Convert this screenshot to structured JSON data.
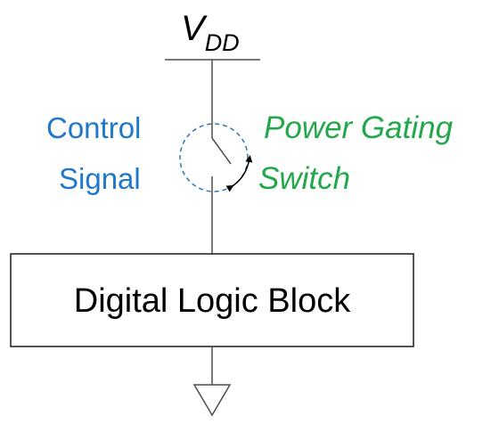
{
  "supply": {
    "symbol": "V",
    "subscript": "DD"
  },
  "control_signal": {
    "line1": "Control",
    "line2": "Signal"
  },
  "switch_label": {
    "line1": "Power Gating",
    "line2": "Switch"
  },
  "block": {
    "label": "Digital Logic Block"
  },
  "colors": {
    "control_signal": "#1f78c8",
    "switch_label": "#22a84a",
    "dashed_circle": "#2e75b6",
    "wire": "#4d4d4d"
  }
}
